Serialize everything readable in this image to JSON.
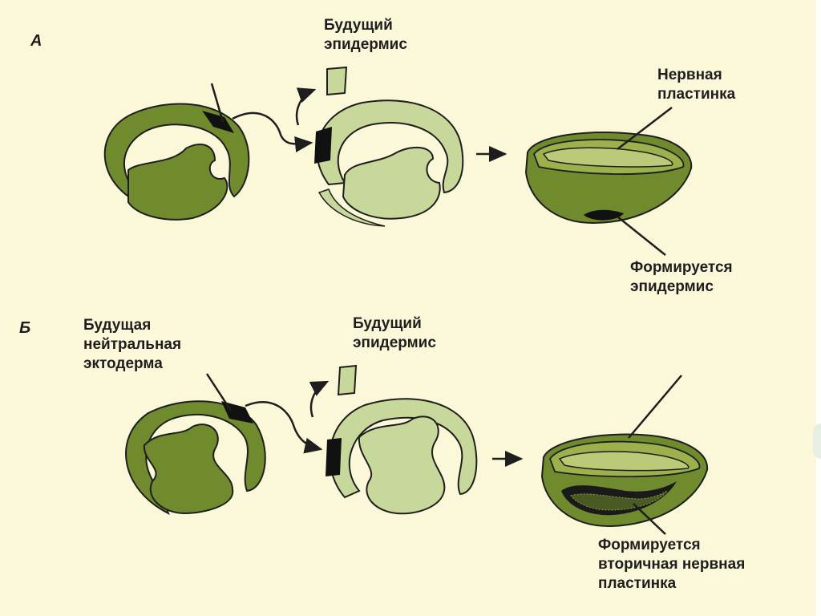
{
  "panels": {
    "a": {
      "letter": "А",
      "future_epidermis": [
        "Будущий",
        "эпидермис"
      ],
      "neural_plate": [
        "Нервная",
        "пластинка"
      ],
      "epidermis_forms": [
        "Формируется",
        "эпидермис"
      ]
    },
    "b": {
      "letter": "Б",
      "future_neutral_ectoderm": [
        "Будущая",
        "нейтральная",
        "эктодерма"
      ],
      "future_epidermis": [
        "Будущий",
        "эпидермис"
      ],
      "secondary_plate_forms": [
        "Формируется",
        "вторичная нервная",
        "пластинка"
      ]
    }
  },
  "colors": {
    "background": "#fbf8d9",
    "tissue_dark": "#6f8b2e",
    "tissue_light": "#c7d89a",
    "outline": "#1e1e1e",
    "graft": "#111111"
  }
}
